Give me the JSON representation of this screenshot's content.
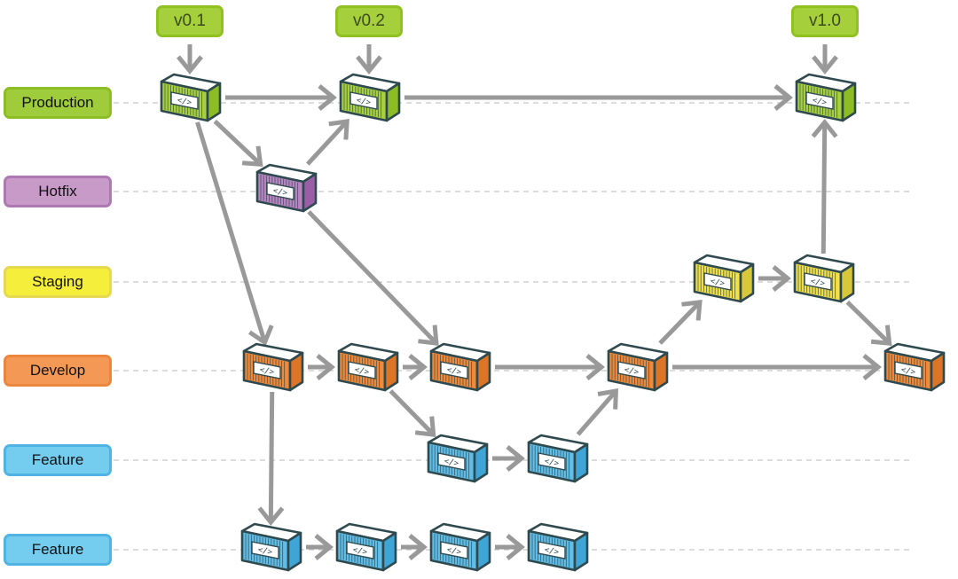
{
  "colors": {
    "arrow": "#999999",
    "dash": "#c8c8c8",
    "outline": "#2f4a4f",
    "roof": "#ffffff",
    "lanes": {
      "production": {
        "fill": "#9fcc3a",
        "border": "#8cbd22",
        "box": "#a9d13f",
        "side": "#8cbd22"
      },
      "hotfix": {
        "fill": "#c79ac8",
        "border": "#ad79b0",
        "box": "#b885c2",
        "side": "#9a5ea6"
      },
      "staging": {
        "fill": "#f5ee3a",
        "border": "#e6d84f",
        "box": "#f1e04a",
        "side": "#d9c73a"
      },
      "develop": {
        "fill": "#f49955",
        "border": "#eb863c",
        "box": "#f08a3a",
        "side": "#de7426"
      },
      "feature": {
        "fill": "#74cdee",
        "border": "#4fb4e4",
        "box": "#5fbde8",
        "side": "#3ea5d6"
      }
    }
  },
  "lanes": [
    {
      "id": "production",
      "label": "Production"
    },
    {
      "id": "hotfix",
      "label": "Hotfix"
    },
    {
      "id": "staging",
      "label": "Staging"
    },
    {
      "id": "develop",
      "label": "Develop"
    },
    {
      "id": "feature",
      "label": "Feature"
    },
    {
      "id": "feature",
      "label": "Feature"
    }
  ],
  "tags": [
    {
      "label": "v0.1",
      "commit": "p1"
    },
    {
      "label": "v0.2",
      "commit": "p2"
    },
    {
      "label": "v1.0",
      "commit": "p3"
    }
  ],
  "commits": [
    {
      "id": "p1",
      "lane": 0,
      "col": 0
    },
    {
      "id": "p2",
      "lane": 0,
      "col": 1
    },
    {
      "id": "p3",
      "lane": 0,
      "col": 2
    },
    {
      "id": "h1",
      "lane": 1,
      "col": 0
    },
    {
      "id": "s1",
      "lane": 2,
      "col": 0
    },
    {
      "id": "s2",
      "lane": 2,
      "col": 1
    },
    {
      "id": "d1",
      "lane": 3,
      "col": 0
    },
    {
      "id": "d2",
      "lane": 3,
      "col": 1
    },
    {
      "id": "d3",
      "lane": 3,
      "col": 2
    },
    {
      "id": "d4",
      "lane": 3,
      "col": 3
    },
    {
      "id": "d5",
      "lane": 3,
      "col": 4
    },
    {
      "id": "fa1",
      "lane": 4,
      "col": 0
    },
    {
      "id": "fa2",
      "lane": 4,
      "col": 1
    },
    {
      "id": "fb1",
      "lane": 5,
      "col": 0
    },
    {
      "id": "fb2",
      "lane": 5,
      "col": 1
    },
    {
      "id": "fb3",
      "lane": 5,
      "col": 2
    },
    {
      "id": "fb4",
      "lane": 5,
      "col": 3
    }
  ],
  "edges": [
    [
      "p1",
      "p2"
    ],
    [
      "p2",
      "p3"
    ],
    [
      "p1",
      "h1"
    ],
    [
      "h1",
      "p2"
    ],
    [
      "p1",
      "d1"
    ],
    [
      "h1",
      "d3"
    ],
    [
      "d1",
      "d2"
    ],
    [
      "d2",
      "d3"
    ],
    [
      "d3",
      "d4"
    ],
    [
      "d4",
      "d5"
    ],
    [
      "d2",
      "fa1"
    ],
    [
      "fa1",
      "fa2"
    ],
    [
      "fa2",
      "d4"
    ],
    [
      "d4",
      "s1"
    ],
    [
      "s1",
      "s2"
    ],
    [
      "s2",
      "p3"
    ],
    [
      "s2",
      "d5"
    ],
    [
      "d1",
      "fb1"
    ],
    [
      "fb1",
      "fb2"
    ],
    [
      "fb2",
      "fb3"
    ],
    [
      "fb3",
      "fb4"
    ]
  ],
  "commit_icon": "code-container-icon",
  "commit_icon_glyph": "</>"
}
